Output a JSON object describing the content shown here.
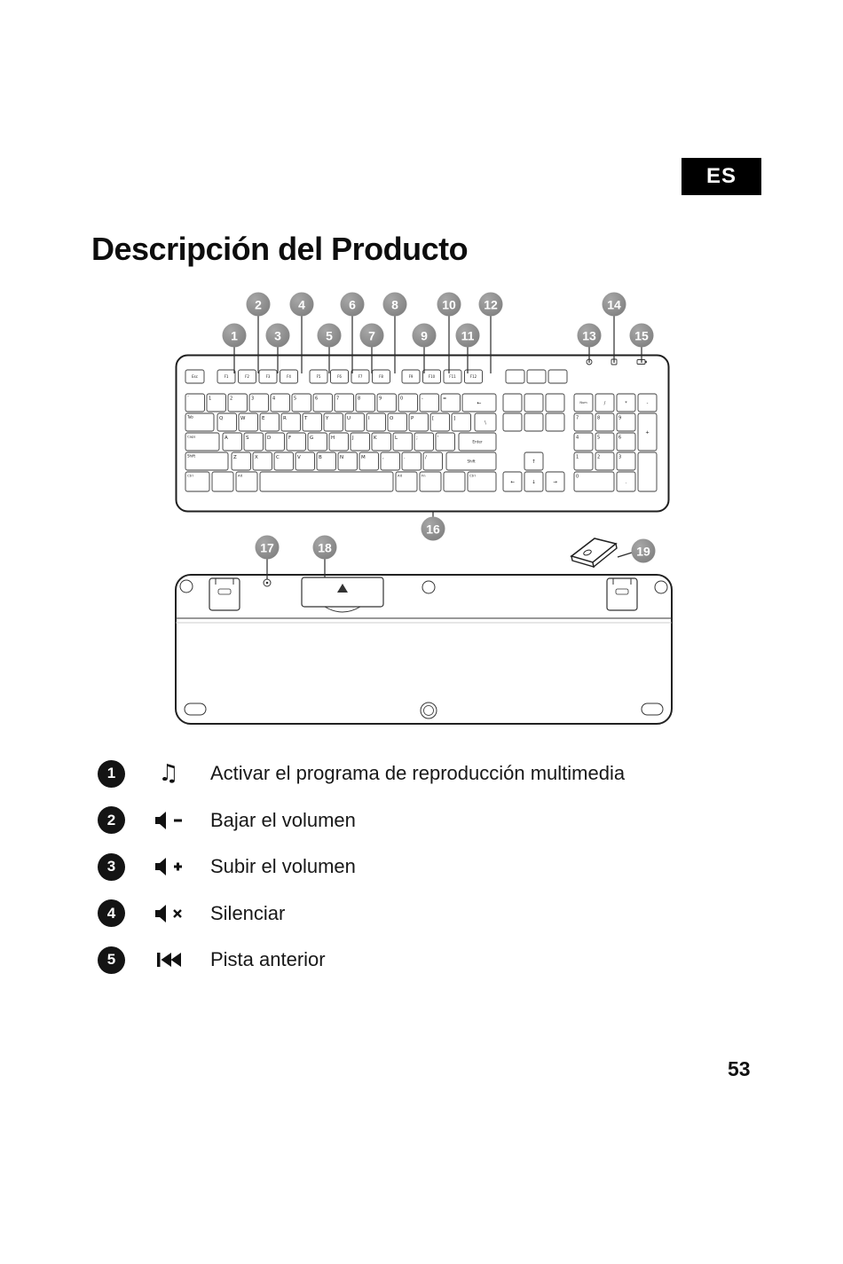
{
  "page": {
    "language_badge": "ES",
    "title": "Descripción del Producto",
    "page_number": "53"
  },
  "callouts": [
    "1",
    "2",
    "3",
    "4",
    "5",
    "6",
    "7",
    "8",
    "9",
    "10",
    "11",
    "12",
    "13",
    "14",
    "15",
    "16",
    "17",
    "18",
    "19"
  ],
  "legend": [
    {
      "number": "1",
      "icon": "music-note-icon",
      "text": "Activar el programa de reproducción multimedia"
    },
    {
      "number": "2",
      "icon": "volume-down-icon",
      "text": "Bajar el volumen"
    },
    {
      "number": "3",
      "icon": "volume-up-icon",
      "text": "Subir el volumen"
    },
    {
      "number": "4",
      "icon": "mute-icon",
      "text": "Silenciar"
    },
    {
      "number": "5",
      "icon": "previous-track-icon",
      "text": "Pista anterior"
    }
  ],
  "keyboard": {
    "esc": "Esc",
    "function_keys": [
      "F1",
      "F2",
      "F3",
      "F4",
      "F5",
      "F6",
      "F7",
      "F8",
      "F9",
      "F10",
      "F11",
      "F12"
    ],
    "number_row": [
      "`",
      "1",
      "2",
      "3",
      "4",
      "5",
      "6",
      "7",
      "8",
      "9",
      "0",
      "-",
      "="
    ],
    "qwerty_row": [
      "Q",
      "W",
      "E",
      "R",
      "T",
      "Y",
      "U",
      "I",
      "O",
      "P",
      "[",
      "]"
    ],
    "home_row": [
      "A",
      "S",
      "D",
      "F",
      "G",
      "H",
      "J",
      "K",
      "L",
      ";",
      "'"
    ],
    "bottom_row": [
      "Z",
      "X",
      "C",
      "V",
      "B",
      "N",
      "M",
      ",",
      ".",
      "/"
    ],
    "modifiers": {
      "tab": "Tab",
      "caps": "Caps",
      "lshift": "Shift",
      "rshift": "Shift",
      "enter": "Enter",
      "ctrl": "Ctrl",
      "alt": "Alt",
      "fn": "Fn",
      "backslash": "\\"
    },
    "numpad": {
      "top": [
        "Num",
        "/",
        "*",
        "-"
      ],
      "r1": [
        "7",
        "8",
        "9"
      ],
      "plus": "+",
      "r2": [
        "4",
        "5",
        "6"
      ],
      "r3": [
        "1",
        "2",
        "3"
      ],
      "zero": "0",
      "dot": "."
    }
  }
}
